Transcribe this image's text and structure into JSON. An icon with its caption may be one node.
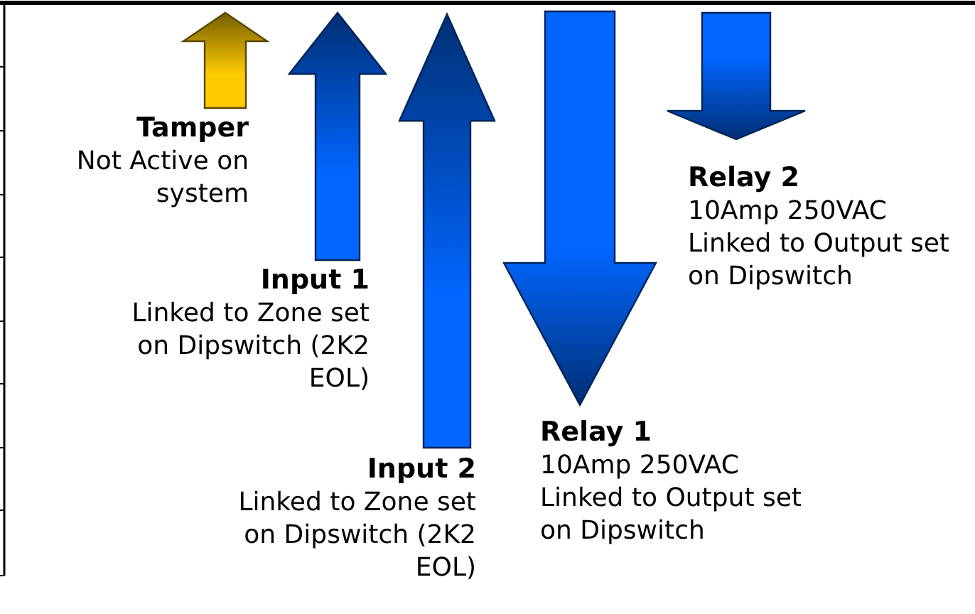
{
  "diagram": {
    "nodes": [
      {
        "text": [
          "Tamper",
          "Not Active on system"
        ]
      },
      {
        "text": [
          "Input 1",
          "Linked to Zone set on Dipswitch (2K2 EOL)"
        ]
      },
      {
        "text": [
          "Input 2",
          "Linked to Zone set on Dipswitch (2K2 EOL)"
        ]
      },
      {
        "text": [
          "Relay 1",
          "10Amp 250VAC Linked to Output set on Dipswitch"
        ]
      },
      {
        "text": [
          "Relay 2",
          "10Amp 250VAC Linked to Output set on Dipswitch"
        ]
      }
    ],
    "edges": [
      {
        "from": 0,
        "to": null,
        "arrow": "to",
        "color": "#ffcc00"
      },
      {
        "from": 1,
        "to": null,
        "arrow": "to"
      },
      {
        "from": 2,
        "to": null,
        "arrow": "to"
      },
      {
        "from": null,
        "to": 3,
        "arrow": "to"
      },
      {
        "from": null,
        "to": 4,
        "arrow": "to"
      }
    ]
  }
}
